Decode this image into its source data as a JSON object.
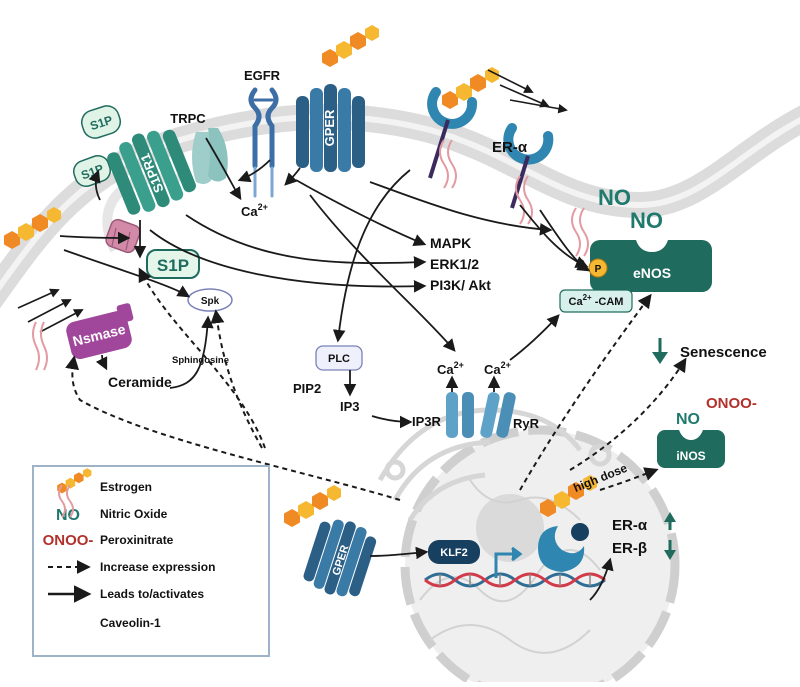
{
  "labels": {
    "s1p_a": "S1P",
    "s1p_b": "S1P",
    "s1p_c": "S1P",
    "s1pr1": "S1PR1",
    "trpc": "TRPC",
    "egfr": "EGFR",
    "gper_membrane": "GPER",
    "gper_nuclear": "GPER",
    "er_alpha_membrane": "ER-α",
    "ca_trpc": "Ca",
    "ca_trpc_sup": "2+",
    "ca_ip3r": "Ca",
    "ca_ip3r_sup": "2+",
    "ca_ryr": "Ca",
    "ca_ryr_sup": "2+",
    "ca_cam": "Ca",
    "ca_cam_sup": "2+",
    "ca_cam_rest": " -CAM",
    "mapk": "MAPK",
    "erk": "ERK1/2",
    "pi3k": "PI3K/ Akt",
    "no_top_1": "NO",
    "no_top_2": "NO",
    "enos": "eNOS",
    "phospho": "P",
    "nsmase": "Nsmase",
    "ceramide": "Ceramide",
    "sphingosine": "Sphingosine",
    "spk": "Spk",
    "plc": "PLC",
    "pip2": "PIP2",
    "ip3": "IP3",
    "ip3r": "IP3R",
    "ryr": "RyR",
    "senescence": "Senescence",
    "high_dose": "high dose",
    "no_inos": "NO",
    "onoo": "ONOO-",
    "inos": "iNOS",
    "klf2": "KLF2",
    "er_alpha_nuclear": "ER-α",
    "er_beta_nuclear": "ER-β"
  },
  "legend": {
    "items": [
      {
        "symbol": "Estrogen",
        "label": "Estrogen"
      },
      {
        "symbol": "NO",
        "label": "Nitric Oxide"
      },
      {
        "symbol": "ONOO-",
        "label": "Peroxinitrate"
      },
      {
        "symbol": "dashed-arrow",
        "label": "Increase expression"
      },
      {
        "symbol": "solid-arrow",
        "label": "Leads to/activates"
      },
      {
        "symbol": "caveolin",
        "label": "Caveolin-1"
      }
    ]
  },
  "colors": {
    "teal_dark": "#1f6b5e",
    "teal": "#2e8b7a",
    "teal_light": "#bfe3de",
    "blue": "#2f6e94",
    "blue_light": "#86b8d6",
    "navy": "#173f5f",
    "purple": "#a0479b",
    "pink": "#e89aa2",
    "orange": "#f08a24",
    "yellow": "#f6b830",
    "red_onoo": "#b3312c",
    "membrane": "#d9d9d9"
  }
}
